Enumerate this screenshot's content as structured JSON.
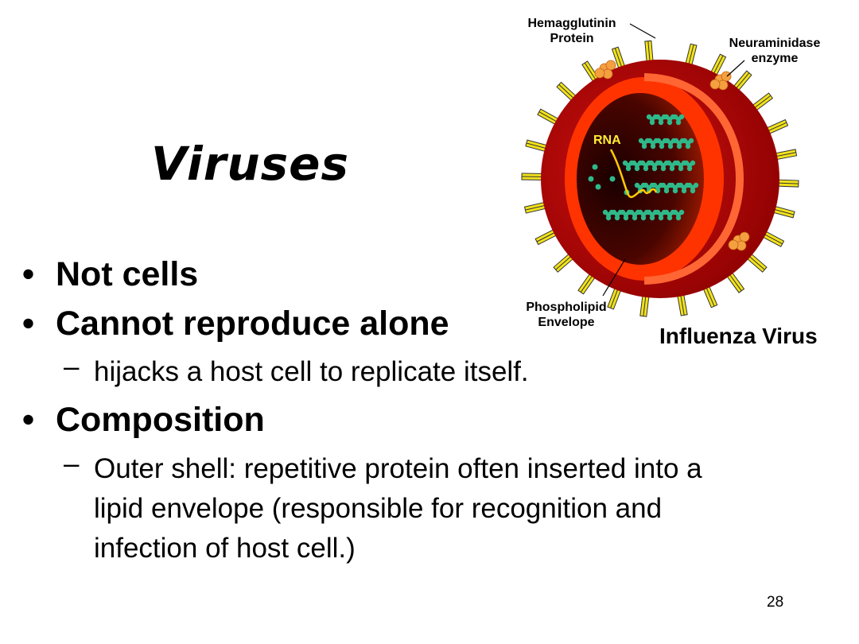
{
  "slide": {
    "title": "Viruses",
    "page_number": "28"
  },
  "bullets": [
    {
      "text": "Not cells",
      "subs": []
    },
    {
      "text": "Cannot reproduce alone",
      "subs": [
        "hijacks a host cell to replicate itself."
      ]
    },
    {
      "text": "Composition",
      "subs": [
        "Outer shell: repetitive protein often inserted into a lipid envelope (responsible for recognition and infection of host cell.)"
      ]
    }
  ],
  "bullet_glyph": "•",
  "sub_glyph": "–",
  "diagram": {
    "caption": "Influenza Virus",
    "labels": {
      "hemagglutinin_line1": "Hemagglutinin",
      "hemagglutinin_line2": "Protein",
      "neuraminidase_line1": "Neuraminidase",
      "neuraminidase_line2": "enzyme",
      "rna": "RNA",
      "phospholipid_line1": "Phospholipid",
      "phospholipid_line2": "Envelope"
    },
    "colors": {
      "envelope_outer": "#c00000",
      "envelope_dark": "#8b0000",
      "shell_inner": "#ff3300",
      "core": "#3a0000",
      "spike": "#f2e21a",
      "neuraminidase": "#f5a040",
      "rna_strand": "#2fb98a",
      "rna_label": "#ffee33"
    }
  }
}
